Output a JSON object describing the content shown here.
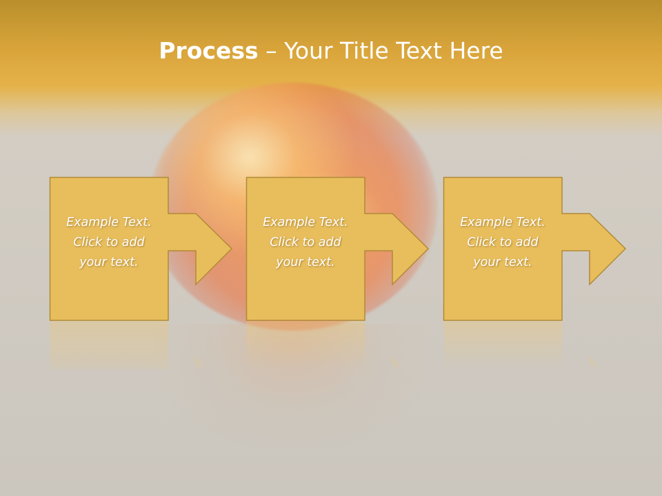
{
  "slide": {
    "title_bold": "Process",
    "title_rest": " – Your Title Text Here",
    "steps": [
      {
        "text": "Example Text.\nClick  to add\nyour text."
      },
      {
        "text": "Example Text.\nClick  to add\nyour text."
      },
      {
        "text": "Example Text.\nClick  to add\nyour text."
      }
    ]
  },
  "colors": {
    "box_fill": "#e8bd5c",
    "box_stroke": "#b08a36",
    "header_gold": "#e2af45",
    "background": "#cfcac3"
  }
}
